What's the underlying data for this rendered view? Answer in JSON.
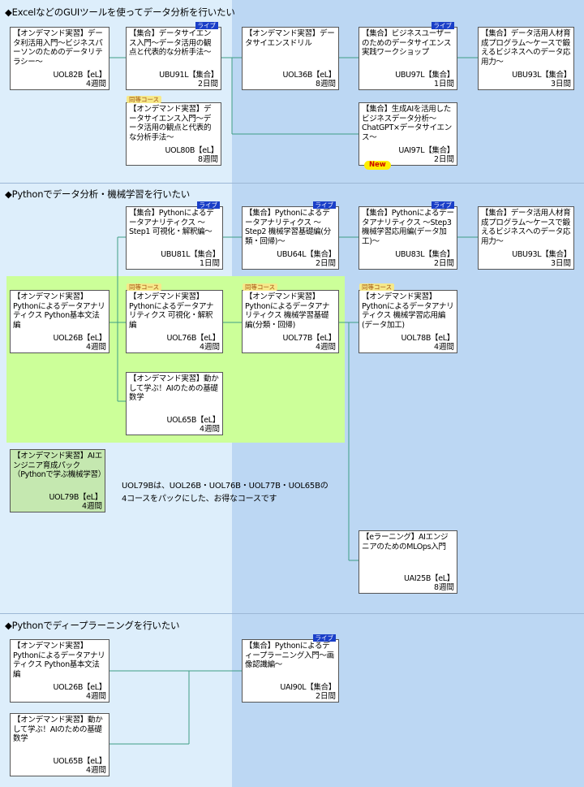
{
  "sections": [
    {
      "title": "◆ExcelなどのGUIツールを使ってデータ分析を行いたい"
    },
    {
      "title": "◆Pythonでデータ分析・機械学習を行いたい"
    },
    {
      "title": "◆Pythonでディープラーニングを行いたい"
    }
  ],
  "badges": {
    "live": "ライブ",
    "equivalent": "同等コース",
    "new": "New"
  },
  "note": "UOL79Bは、UOL26B・UOL76B・UOL77B・UOL65Bの\n4コースをパックにした、お得なコースです",
  "cards": [
    {
      "id": "c1",
      "title": "【オンデマンド実習】データ利活用入門〜ビジネスパーソンのためのデータリテラシー〜",
      "code": "UOL82B【eL】",
      "duration": "4週間"
    },
    {
      "id": "c2",
      "title": "【集合】データサイエンス入門〜データ活用の観点と代表的な分析手法〜",
      "code": "UBU91L【集合】",
      "duration": "2日間",
      "live": true
    },
    {
      "id": "c3",
      "title": "【オンデマンド実習】データサイエンスドリル",
      "code": "UOL36B【eL】",
      "duration": "8週間"
    },
    {
      "id": "c4",
      "title": "【集合】ビジネスユーザーのためのデータサイエンス実践ワークショップ",
      "code": "UBU97L【集合】",
      "duration": "1日間",
      "live": true
    },
    {
      "id": "c5",
      "title": "【集合】データ活用人材育成プログラム〜ケースで鍛えるビジネスへのデータ応用力〜",
      "code": "UBU93L【集合】",
      "duration": "3日間"
    },
    {
      "id": "c6",
      "title": "【オンデマンド実習】データサイエンス入門〜データ活用の観点と代表的な分析手法〜",
      "code": "UOL80B【eL】",
      "duration": "8週間",
      "eq": true
    },
    {
      "id": "c7",
      "title": "【集合】生成AIを活用したビジネスデータ分析〜ChatGPT×データサイエンス〜",
      "code": "UAI97L【集合】",
      "duration": "2日間",
      "new": true
    },
    {
      "id": "c8",
      "title": "【集合】Pythonによるデータアナリティクス 〜Step1 可視化・解釈編〜",
      "code": "UBU81L【集合】",
      "duration": "1日間",
      "live": true
    },
    {
      "id": "c9",
      "title": "【集合】Pythonによるデータアナリティクス 〜Step2 機械学習基礎編(分類・回帰)〜",
      "code": "UBU64L【集合】",
      "duration": "2日間",
      "live": true
    },
    {
      "id": "c10",
      "title": "【集合】Pythonによるデータアナリティクス 〜Step3 機械学習応用編(データ加工)〜",
      "code": "UBU83L【集合】",
      "duration": "2日間",
      "live": true
    },
    {
      "id": "c11",
      "title": "【集合】データ活用人材育成プログラム〜ケースで鍛えるビジネスへのデータ応用力〜",
      "code": "UBU93L【集合】",
      "duration": "3日間"
    },
    {
      "id": "c12",
      "title": "【オンデマンド実習】Pythonによるデータアナリティクス Python基本文法編",
      "code": "UOL26B【eL】",
      "duration": "4週間"
    },
    {
      "id": "c13",
      "title": "【オンデマンド実習】Pythonによるデータアナリティクス 可視化・解釈編",
      "code": "UOL76B【eL】",
      "duration": "4週間",
      "eq": true
    },
    {
      "id": "c14",
      "title": "【オンデマンド実習】Pythonによるデータアナリティクス 機械学習基礎編(分類・回帰)",
      "code": "UOL77B【eL】",
      "duration": "4週間",
      "eq": true
    },
    {
      "id": "c15",
      "title": "【オンデマンド実習】Pythonによるデータアナリティクス 機械学習応用編(データ加工)",
      "code": "UOL78B【eL】",
      "duration": "4週間",
      "eq": true
    },
    {
      "id": "c16",
      "title": "【オンデマンド実習】動かして学ぶ！AIのための基礎数学",
      "code": "UOL65B【eL】",
      "duration": "4週間"
    },
    {
      "id": "c17",
      "title": "【オンデマンド実習】AIエンジニア育成パック（Pythonで学ぶ機械学習）",
      "code": "UOL79B【eL】",
      "duration": "4週間"
    },
    {
      "id": "c18",
      "title": "【eラーニング】AIエンジニアのためのMLOps入門",
      "code": "UAI25B【eL】",
      "duration": "8週間"
    },
    {
      "id": "c19",
      "title": "【オンデマンド実習】Pythonによるデータアナリティクス Python基本文法編",
      "code": "UOL26B【eL】",
      "duration": "4週間"
    },
    {
      "id": "c20",
      "title": "【集合】Pythonによるディープラーニング入門〜画像認識編〜",
      "code": "UAI90L【集合】",
      "duration": "2日間",
      "live": true
    },
    {
      "id": "c21",
      "title": "【オンデマンド実習】動かして学ぶ！AIのための基礎数学",
      "code": "UOL65B【eL】",
      "duration": "4週間"
    }
  ]
}
